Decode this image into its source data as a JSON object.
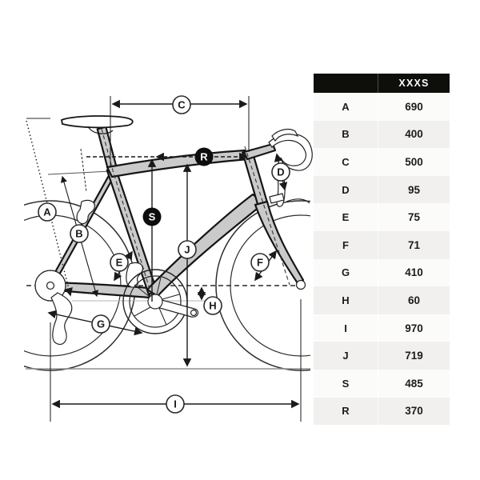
{
  "table": {
    "size_header": "XXXS",
    "rows": [
      {
        "label": "A",
        "value": "690"
      },
      {
        "label": "B",
        "value": "400"
      },
      {
        "label": "C",
        "value": "500"
      },
      {
        "label": "D",
        "value": "95"
      },
      {
        "label": "E",
        "value": "75"
      },
      {
        "label": "F",
        "value": "71"
      },
      {
        "label": "G",
        "value": "410"
      },
      {
        "label": "H",
        "value": "60"
      },
      {
        "label": "I",
        "value": "970"
      },
      {
        "label": "J",
        "value": "719"
      },
      {
        "label": "S",
        "value": "485"
      },
      {
        "label": "R",
        "value": "370"
      }
    ]
  },
  "diagram": {
    "labels": {
      "A": "A",
      "B": "B",
      "C": "C",
      "D": "D",
      "E": "E",
      "F": "F",
      "G": "G",
      "H": "H",
      "I": "I",
      "J": "J",
      "S": "S",
      "R": "R"
    },
    "colors": {
      "frame_fill": "#c9cac9",
      "line": "#1a1a1a",
      "badge_bg": "#0d0d0d",
      "badge_text": "#ffffff",
      "row_gray": "#f1f0ee",
      "row_light": "#fbfbfa",
      "header_bg": "#0e0f0b"
    }
  }
}
